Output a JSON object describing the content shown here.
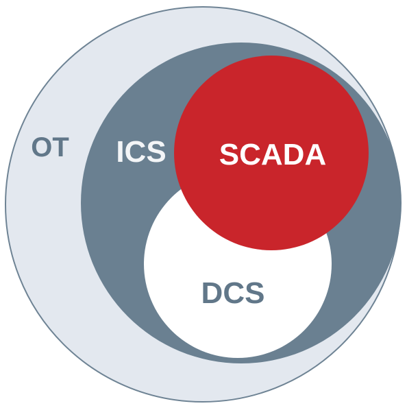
{
  "diagram": {
    "labels": {
      "ot": "OT",
      "ics": "ICS",
      "scada": "SCADA",
      "dcs": "DCS"
    },
    "colors": {
      "ot_fill": "#e3e8ef",
      "ot_stroke": "#6e8394",
      "ics_fill": "#6a8091",
      "scada_fill": "#c9252b",
      "dcs_fill": "#ffffff",
      "text_on_light": "#617789",
      "text_on_dark": "#f3f5f7",
      "text_on_red": "#ffffff"
    }
  }
}
